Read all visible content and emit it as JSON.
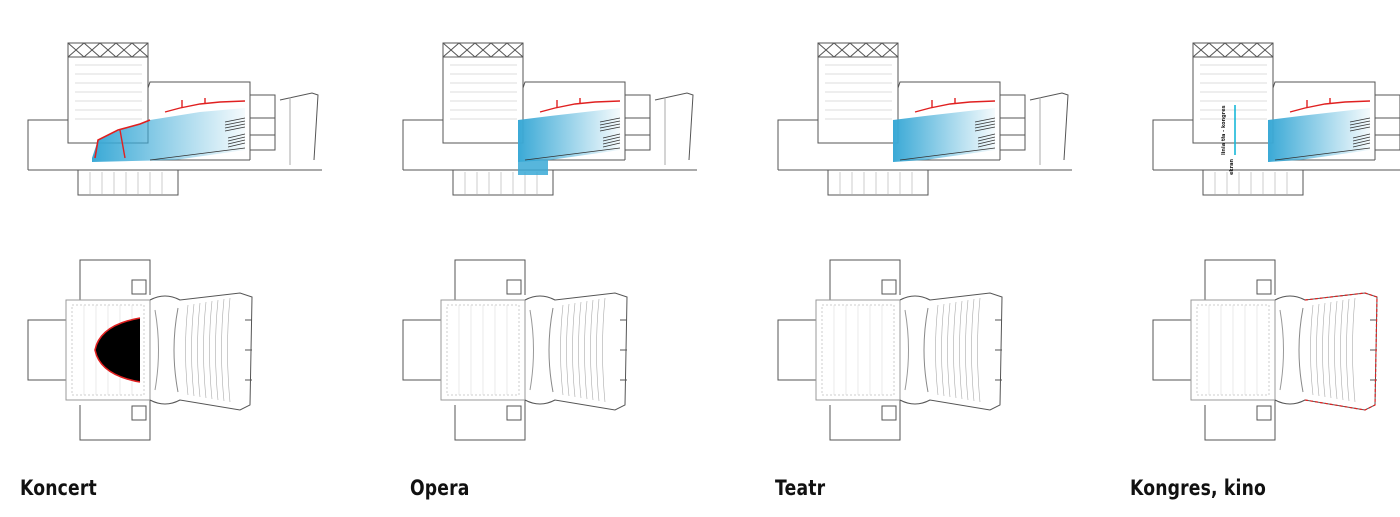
{
  "panels": [
    {
      "label": "Koncert",
      "variant": "concert"
    },
    {
      "label": "Opera",
      "variant": "opera"
    },
    {
      "label": "Teatr",
      "variant": "theatre"
    },
    {
      "label": "Kongres, kino",
      "variant": "congress",
      "annotations": {
        "line1": "linia tła - kongres",
        "line2": "ekran"
      }
    }
  ],
  "colors": {
    "line": "#555555",
    "fill_blue": "#3aa9d6",
    "accent_red": "#e02020",
    "screen_cyan": "#18b8d8"
  }
}
